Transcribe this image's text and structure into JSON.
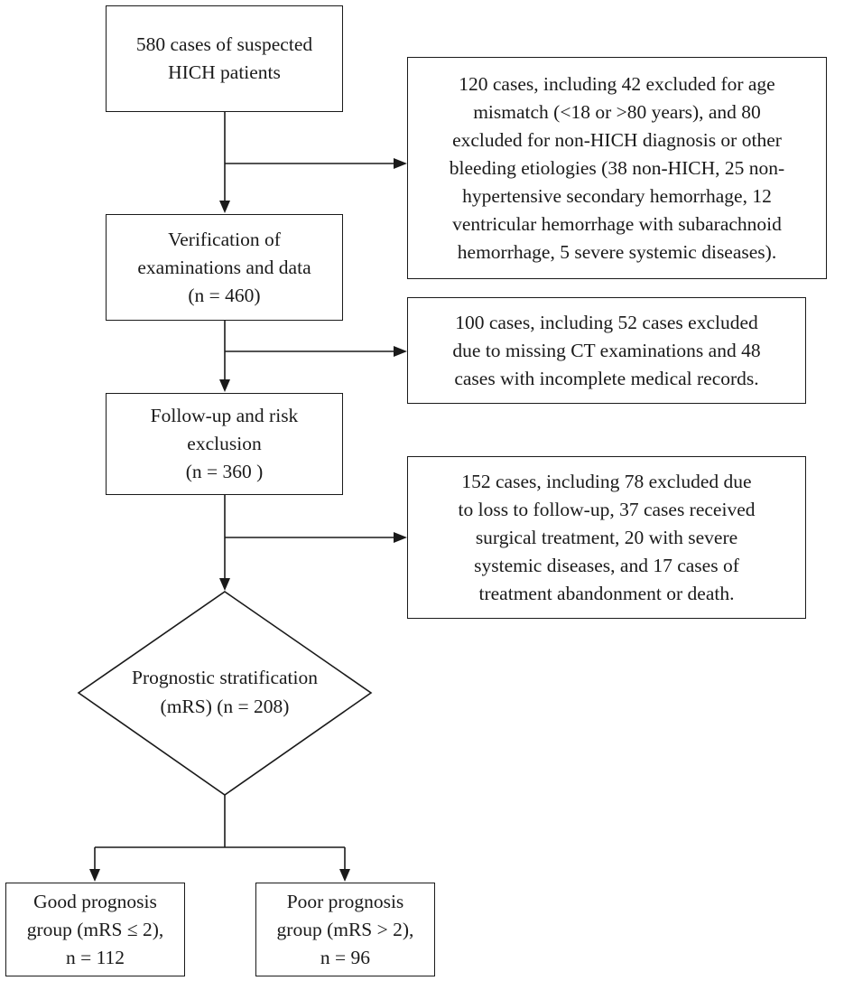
{
  "flowchart": {
    "start": {
      "lines": [
        "580 cases of suspected",
        "HICH patients"
      ]
    },
    "exclusion_1": {
      "lines": [
        "120 cases, including 42 excluded for age",
        "mismatch (<18 or >80 years), and 80",
        "excluded for non-HICH diagnosis or other",
        "bleeding etiologies (38 non-HICH, 25 non-",
        "hypertensive secondary hemorrhage, 12",
        "ventricular hemorrhage with subarachnoid",
        "hemorrhage, 5 severe systemic diseases)."
      ]
    },
    "verification": {
      "lines": [
        "Verification of",
        "examinations and data",
        "(n = 460)"
      ]
    },
    "exclusion_2": {
      "lines": [
        "100 cases, including 52 cases excluded",
        "due to missing CT examinations and 48",
        "cases with incomplete medical records."
      ]
    },
    "follow_up": {
      "lines": [
        "Follow-up and risk",
        "exclusion",
        "(n = 360 )"
      ]
    },
    "exclusion_3": {
      "lines": [
        "152 cases, including 78 excluded due",
        "to loss to follow-up, 37 cases received",
        "surgical treatment, 20 with severe",
        "systemic diseases, and 17 cases of",
        "treatment abandonment or death."
      ]
    },
    "stratification": {
      "lines": [
        "Prognostic stratification",
        "(mRS) (n = 208)"
      ]
    },
    "good_group": {
      "lines": [
        "Good prognosis",
        "group (mRS ≤ 2),",
        "n = 112"
      ]
    },
    "poor_group": {
      "lines": [
        "Poor prognosis",
        "group (mRS > 2),",
        "n = 96"
      ]
    }
  }
}
